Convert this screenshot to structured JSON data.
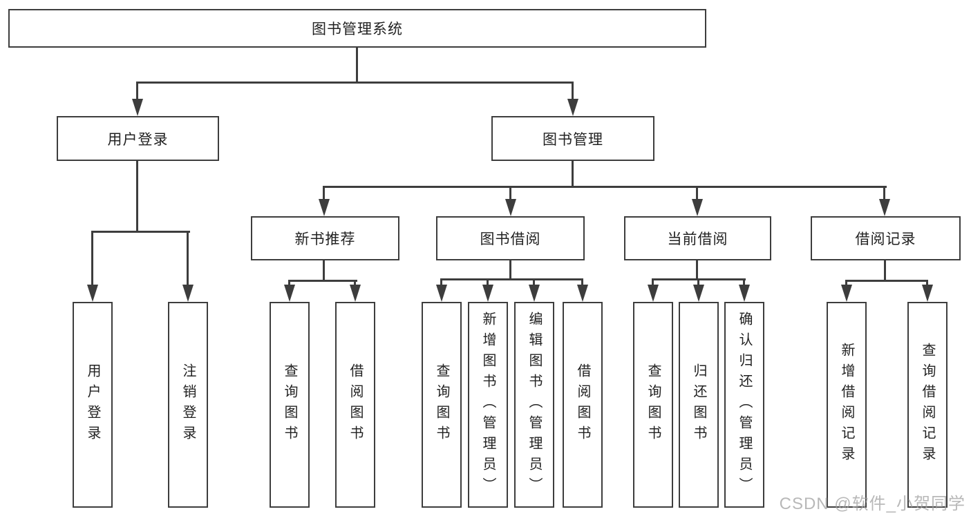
{
  "diagram": {
    "title": "图书管理系统",
    "level2": {
      "user_login": "用户登录",
      "book_mgmt": "图书管理"
    },
    "level3": {
      "new_book_rec": "新书推荐",
      "book_borrow": "图书借阅",
      "current_borrow": "当前借阅",
      "borrow_records": "借阅记录"
    },
    "leaves": {
      "user_login": "用户登录",
      "logout": "注销登录",
      "query_book_rec": "查询图书",
      "borrow_book_rec": "借阅图书",
      "query_book_borrow": "查询图书",
      "add_book_admin": "新增图书（管理员）",
      "edit_book_admin": "编辑图书（管理员）",
      "borrow_book_borrow": "借阅图书",
      "query_book_current": "查询图书",
      "return_book": "归还图书",
      "confirm_return_admin": "确认归还（管理员）",
      "add_borrow_record": "新增借阅记录",
      "query_borrow_record": "查询借阅记录"
    }
  },
  "watermark": "CSDN @软件_小贺同学",
  "colors": {
    "line": "#3d3d3d",
    "text": "#222222",
    "background": "#ffffff",
    "watermark": "#a0a0a0"
  }
}
